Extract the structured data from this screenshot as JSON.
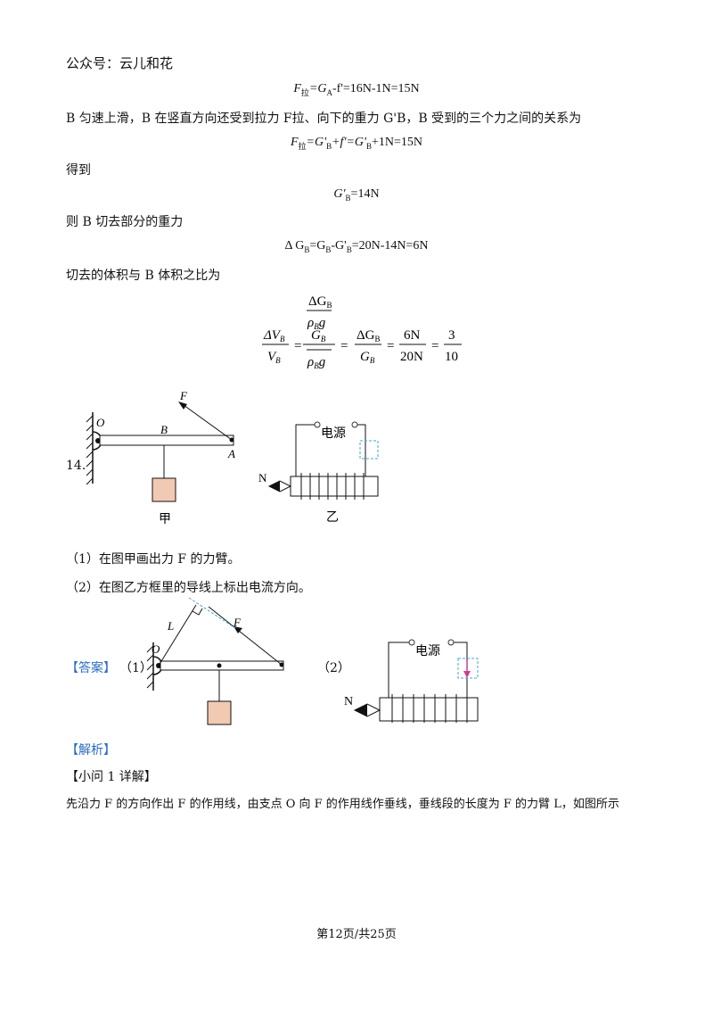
{
  "header": {
    "wechat": "公众号：云儿和花"
  },
  "solution_prev": {
    "eq1": {
      "lhs": "F",
      "lhs_sub": "拉",
      "rhs": "=G",
      "rhs_sub": "A",
      "rest": "-f'=16N-1N=15N"
    },
    "para1": "B 匀速上滑，B 在竖直方向还受到拉力 F拉、向下的重力 G'B，B 受到的三个力之间的关系为",
    "eq2": {
      "lhs": "F",
      "lhs_sub": "拉",
      "mid1": "=G'",
      "mid1_sub": "B",
      "mid2": "+f'=G'",
      "mid2_sub": "B",
      "rest": "+1N=15N"
    },
    "para2": "得到",
    "eq3": {
      "lhs": "G'",
      "lhs_sub": "B",
      "rest": "=14N"
    },
    "para3": "则 B 切去部分的重力",
    "eq4": {
      "pre": "Δ G",
      "sub1": "B",
      "mid": "=G",
      "sub2": "B",
      "mid2": "-G'",
      "sub3": "B",
      "rest": "=20N-14N=6N"
    },
    "para4": "切去的体积与 B 体积之比为",
    "frac": {
      "lhs_num": "ΔV",
      "lhs_num_sub": "B",
      "lhs_den": "V",
      "lhs_den_sub": "B",
      "big_num_top": "ΔG",
      "big_num_top_sub": "B",
      "big_num_bot": "ρ",
      "big_num_bot_sub": "B",
      "big_num_bot_g": "g",
      "big_den_top": "G",
      "big_den_top_sub": "B",
      "big_den_bot": "ρ",
      "big_den_bot_sub": "B",
      "big_den_bot_g": "g",
      "mid_num": "ΔG",
      "mid_num_sub": "B",
      "mid_den": "G",
      "mid_den_sub": "B",
      "n1": "6N",
      "d1": "20N",
      "n2": "3",
      "d2": "10",
      "eq": "="
    }
  },
  "q14": {
    "number": "14.",
    "fig1": {
      "F": "F",
      "O": "O",
      "B": "B",
      "A": "A",
      "caption": "甲"
    },
    "fig2": {
      "power": "电源",
      "N": "N",
      "caption": "乙"
    },
    "task1": "（1）在图甲画出力 F 的力臂。",
    "task2": "（2）在图乙方框里的导线上标出电流方向。"
  },
  "answer": {
    "label": "【答案】",
    "p1": "（1）",
    "p2": "（2）",
    "fig1": {
      "L": "L",
      "F": "F",
      "O": "O"
    },
    "fig2": {
      "power": "电源",
      "N": "N"
    }
  },
  "analysis": {
    "label": "【解析】",
    "sub1": "【小问 1 详解】",
    "text1": "先沿力 F 的方向作出 F 的作用线，由支点 O 向 F 的作用线作垂线，垂线段的长度为 F 的力臂 L，如图所示"
  },
  "footer": {
    "page": "第12页/共25页"
  },
  "colors": {
    "accent": "#2b6cc4",
    "block": "#f2c9b3",
    "dashed": "#4aa0d8",
    "arrow": "#d23c8c"
  }
}
